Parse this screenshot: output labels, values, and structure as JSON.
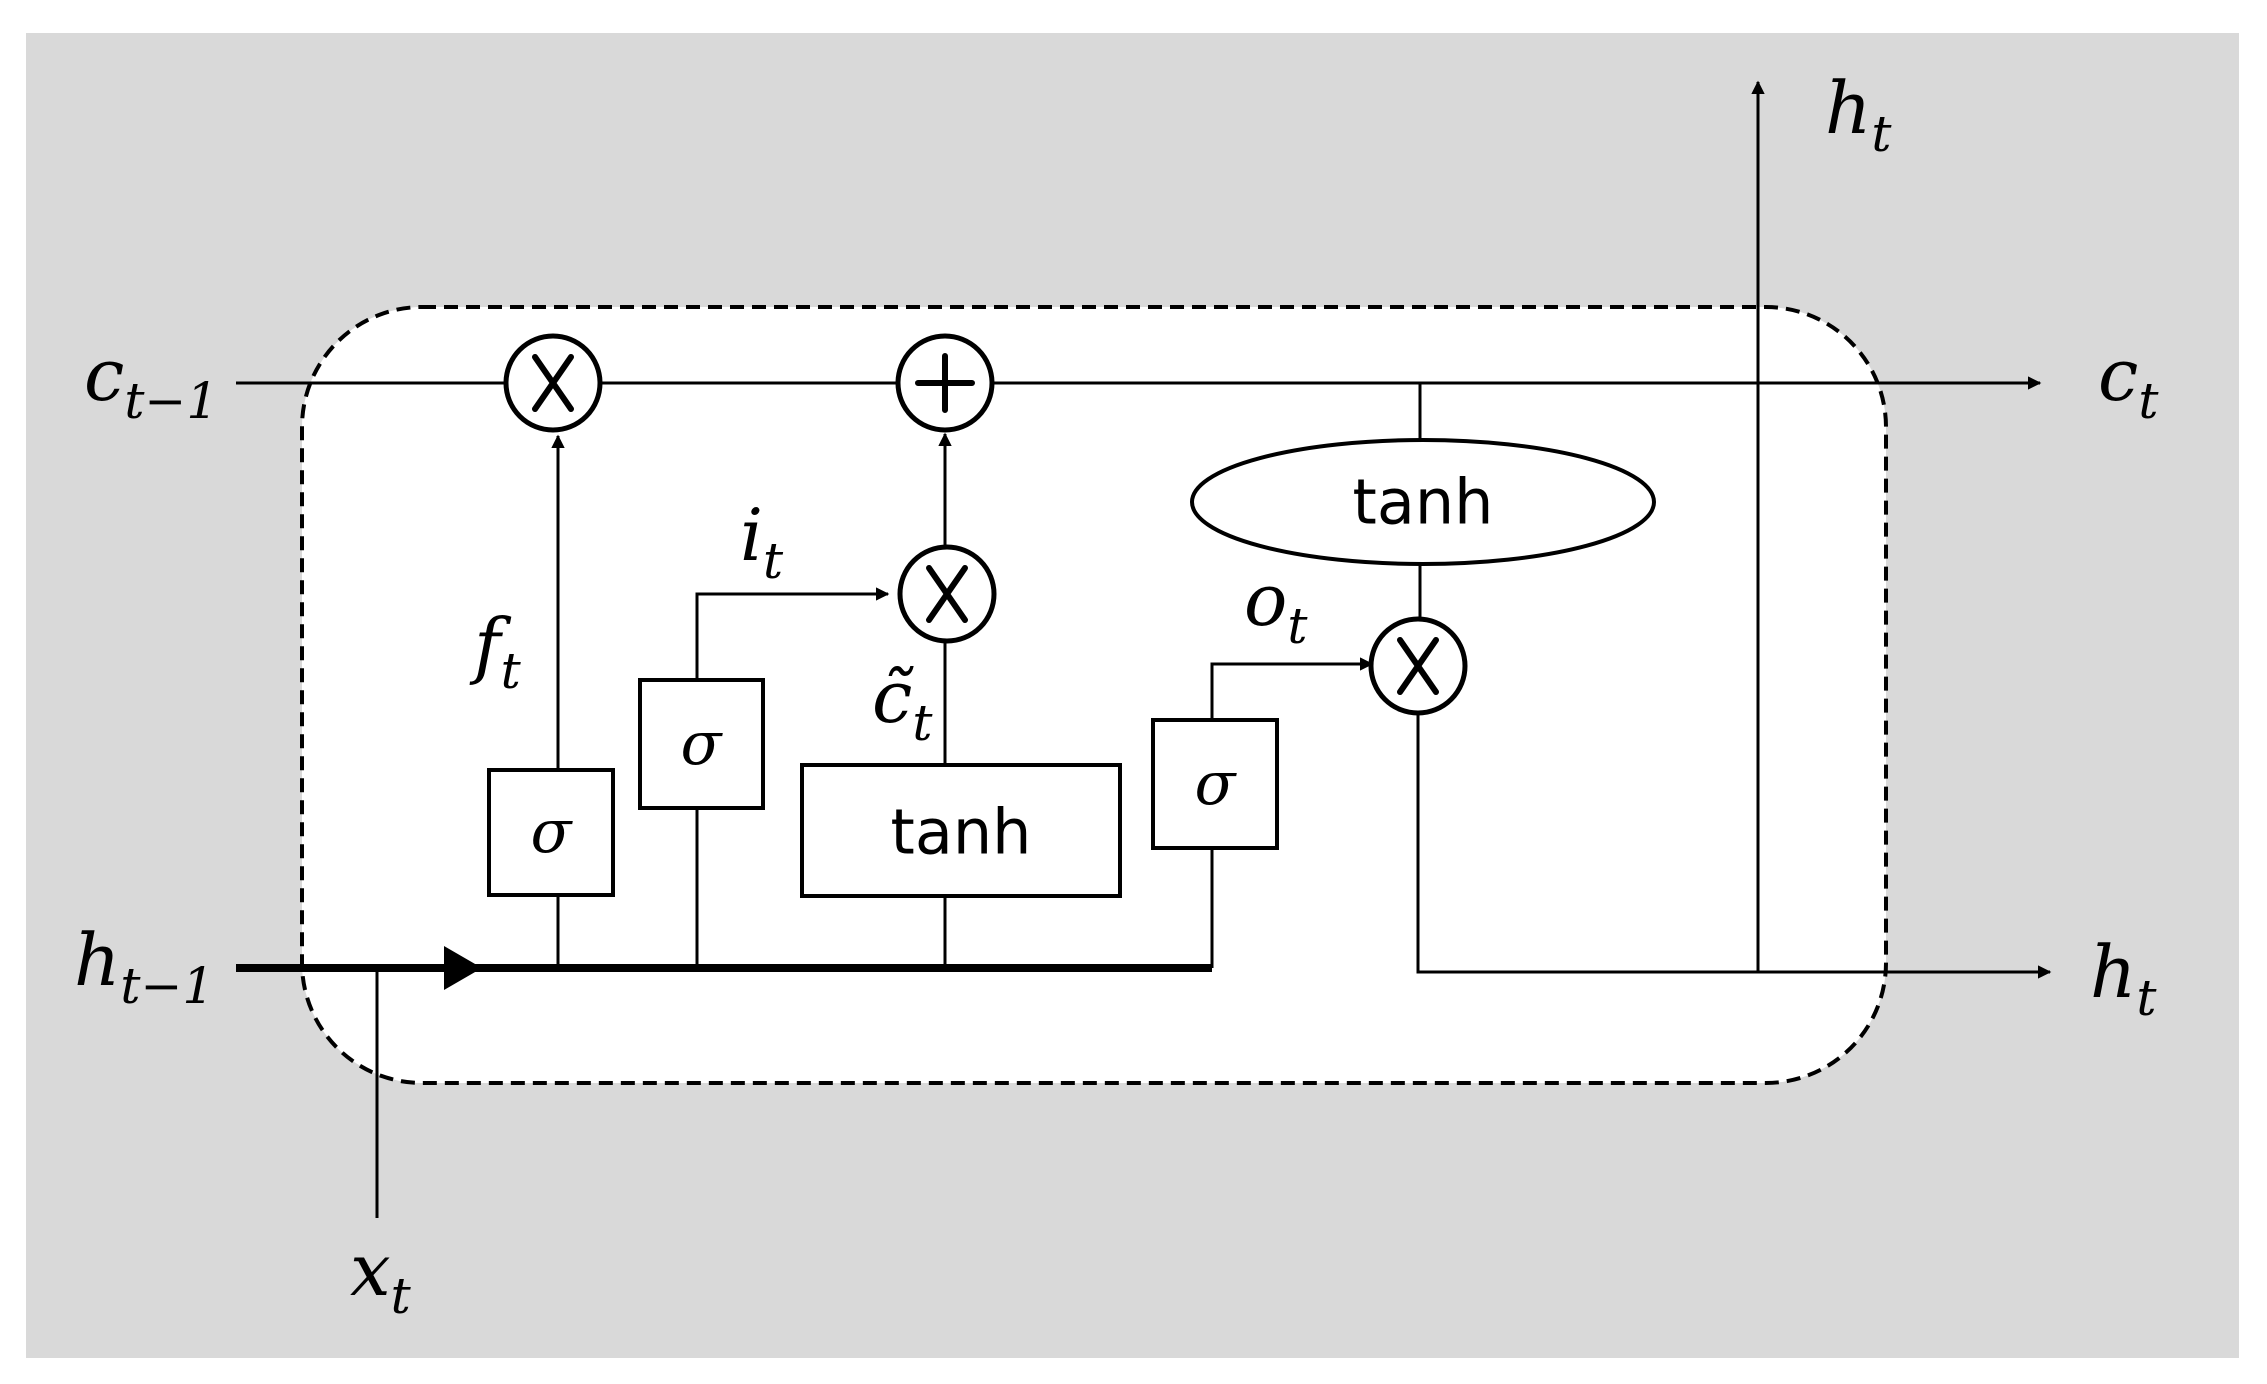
{
  "colors": {
    "frame_bg": "#d9d9d9",
    "cell_bg": "#ffffff",
    "ink": "#000000"
  },
  "labels": {
    "c_prev": {
      "base": "c",
      "sub": "t−1"
    },
    "h_prev": {
      "base": "h",
      "sub": "t−1"
    },
    "x_t": {
      "base": "x",
      "sub": "t"
    },
    "c_out": {
      "base": "c",
      "sub": "t"
    },
    "h_out_right": {
      "base": "h",
      "sub": "t"
    },
    "h_out_top": {
      "base": "h",
      "sub": "t"
    },
    "f_gate": {
      "base": "f",
      "sub": "t"
    },
    "i_gate": {
      "base": "i",
      "sub": "t"
    },
    "c_tilde": {
      "base": "c̃",
      "sub": "t"
    },
    "o_gate": {
      "base": "o",
      "sub": "t"
    }
  },
  "blocks": {
    "sigma_symbol": "σ",
    "tanh_label": "tanh",
    "tanh_output_label": "tanh"
  },
  "operators": {
    "multiply_icon": "circle-x",
    "add_icon": "circle-plus"
  }
}
